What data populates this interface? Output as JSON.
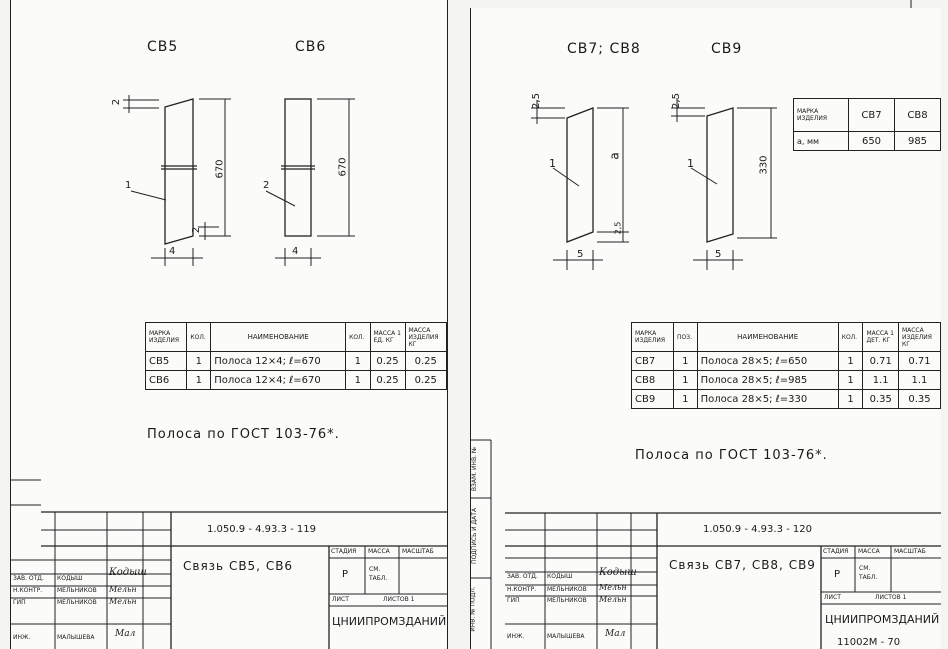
{
  "left": {
    "labels": [
      "СВ5",
      "СВ6"
    ],
    "dims": {
      "top": "2",
      "height": "670",
      "bottom": "2",
      "width": "4",
      "pos1": "1",
      "pos2": "2",
      "height2": "670",
      "width2": "4"
    },
    "table": {
      "headers": [
        "МАРКА ИЗДЕЛИЯ",
        "КОЛ.",
        "НАИМЕНОВАНИЕ",
        "КОЛ.",
        "МАССА 1 ЕД. КГ",
        "МАССА ИЗДЕЛИЯ КГ"
      ],
      "rows": [
        [
          "СВ5",
          "1",
          "Полоса 12×4; ℓ=670",
          "1",
          "0.25",
          "0.25"
        ],
        [
          "СВ6",
          "1",
          "Полоса 12×4; ℓ=670",
          "1",
          "0.25",
          "0.25"
        ]
      ]
    },
    "note": "Полоса по ГОСТ 103-76*.",
    "doc_code": "1.050.9 - 4.93.3 - 119",
    "title": "Связь СВ5, СВ6",
    "stage_label": "СТАДИЯ",
    "mass_label": "МАССА",
    "scale_label": "МАСШТАБ",
    "stage": "Р",
    "mass_value": "СМ. ТАБЛ.",
    "sheet_label": "ЛИСТ",
    "sheets_label": "ЛИСТОВ 1",
    "org": "ЦНИИПРОМЗДАНИЙ",
    "staff": [
      {
        "role": "ЗАВ. ОТД.",
        "name": "КОДЫШ",
        "sign": "Кодыш"
      },
      {
        "role": "Н.КОНТР.",
        "name": "МЕЛЬНИКОВ",
        "sign": "Мельн"
      },
      {
        "role": "ГИП",
        "name": "МЕЛЬНИКОВ",
        "sign": "Мельн"
      },
      {
        "role": "ИНЖ.",
        "name": "МАЛЫШЕВА",
        "sign": "Мал"
      }
    ]
  },
  "right": {
    "labels": [
      "СВ7; СВ8",
      "СВ9"
    ],
    "dims": {
      "top": "2,5",
      "height": "а",
      "bottom": "2,5",
      "width": "5",
      "pos1": "1",
      "pos2": "1",
      "top2": "2,5",
      "height2": "330",
      "width2": "5"
    },
    "mark_table": {
      "headers": [
        "МАРКА ИЗДЕЛИЯ",
        "СВ7",
        "СВ8"
      ],
      "row": [
        "а, мм",
        "650",
        "985"
      ]
    },
    "table": {
      "headers": [
        "МАРКА ИЗДЕЛИЯ",
        "ПОЗ.",
        "НАИМЕНОВАНИЕ",
        "КОЛ.",
        "МАССА 1 ДЕТ. КГ",
        "МАССА ИЗДЕЛИЯ КГ"
      ],
      "rows": [
        [
          "СВ7",
          "1",
          "Полоса 28×5; ℓ=650",
          "1",
          "0.71",
          "0.71"
        ],
        [
          "СВ8",
          "1",
          "Полоса 28×5; ℓ=985",
          "1",
          "1.1",
          "1.1"
        ],
        [
          "СВ9",
          "1",
          "Полоса 28×5; ℓ=330",
          "1",
          "0.35",
          "0.35"
        ]
      ]
    },
    "note": "Полоса по ГОСТ 103-76*.",
    "doc_code": "1.050.9 - 4.93.3 - 120",
    "title": "Связь СВ7, СВ8, СВ9",
    "stage_label": "СТАДИЯ",
    "mass_label": "МАССА",
    "scale_label": "МАСШТАБ",
    "stage": "Р",
    "mass_value": "СМ. ТАБЛ.",
    "sheet_label": "ЛИСТ",
    "sheets_label": "ЛИСТОВ 1",
    "org": "ЦНИИПРОМЗДАНИЙ",
    "staff": [
      {
        "role": "ЗАВ. ОТД.",
        "name": "КОДЫШ",
        "sign": "Кодыш"
      },
      {
        "role": "Н.КОНТР.",
        "name": "МЕЛЬНИКОВ",
        "sign": "Мельн"
      },
      {
        "role": "ГИП",
        "name": "МЕЛЬНИКОВ",
        "sign": "Мельн"
      },
      {
        "role": "ИНЖ.",
        "name": "МАЛЫШЕВА",
        "sign": "Мал"
      }
    ],
    "side_stamp": [
      "ИНВ. № ПОДЛ.",
      "ПОДПИСЬ И ДАТА",
      "ВЗАМ. ИНВ. №"
    ],
    "archive_no": "11002М - 70"
  }
}
